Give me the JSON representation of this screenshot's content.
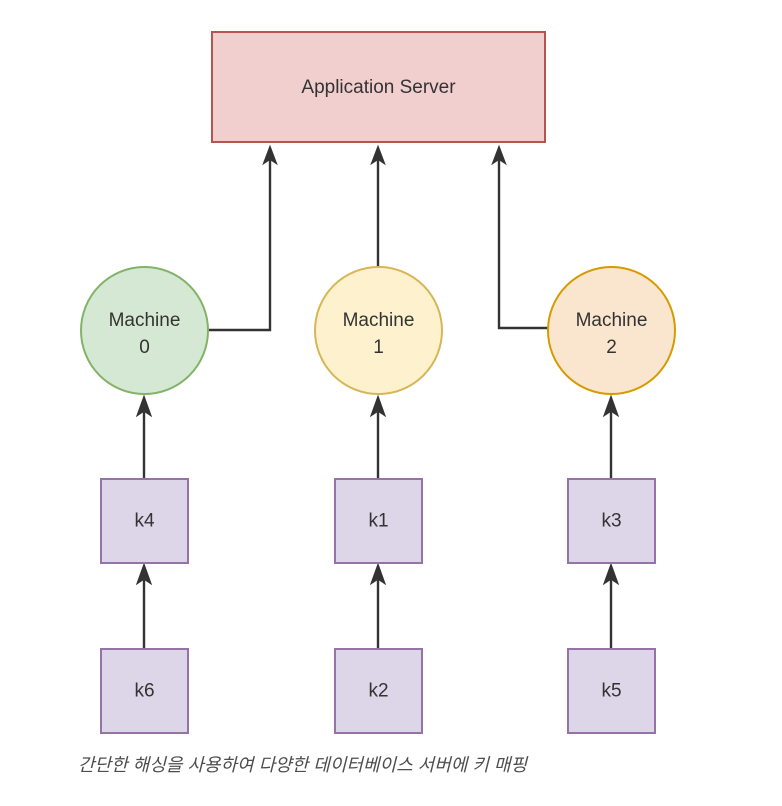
{
  "diagram": {
    "title_node": {
      "label": "Application Server",
      "fill": "#f2cfcf",
      "stroke": "#b85450"
    },
    "machines": [
      {
        "label_line1": "Machine",
        "label_line2": "0",
        "fill": "#d5e8d4",
        "stroke": "#82b366"
      },
      {
        "label_line1": "Machine",
        "label_line2": "1",
        "fill": "#fdf2cd",
        "stroke": "#d6b656"
      },
      {
        "label_line1": "Machine",
        "label_line2": "2",
        "fill": "#fae5ce",
        "stroke": "#d79b00"
      }
    ],
    "keys_upper": [
      {
        "label": "k4",
        "fill": "#ddd5e8",
        "stroke": "#9673a6"
      },
      {
        "label": "k1",
        "fill": "#ddd5e8",
        "stroke": "#9673a6"
      },
      {
        "label": "k3",
        "fill": "#ddd5e8",
        "stroke": "#9673a6"
      }
    ],
    "keys_lower": [
      {
        "label": "k6",
        "fill": "#ddd5e8",
        "stroke": "#9673a6"
      },
      {
        "label": "k2",
        "fill": "#ddd5e8",
        "stroke": "#9673a6"
      },
      {
        "label": "k5",
        "fill": "#ddd5e8",
        "stroke": "#9673a6"
      }
    ],
    "caption": "간단한 해싱을 사용하여 다양한 데이터베이스 서버에 키 매핑",
    "edge_color": "#333333",
    "background": "#ffffff"
  }
}
